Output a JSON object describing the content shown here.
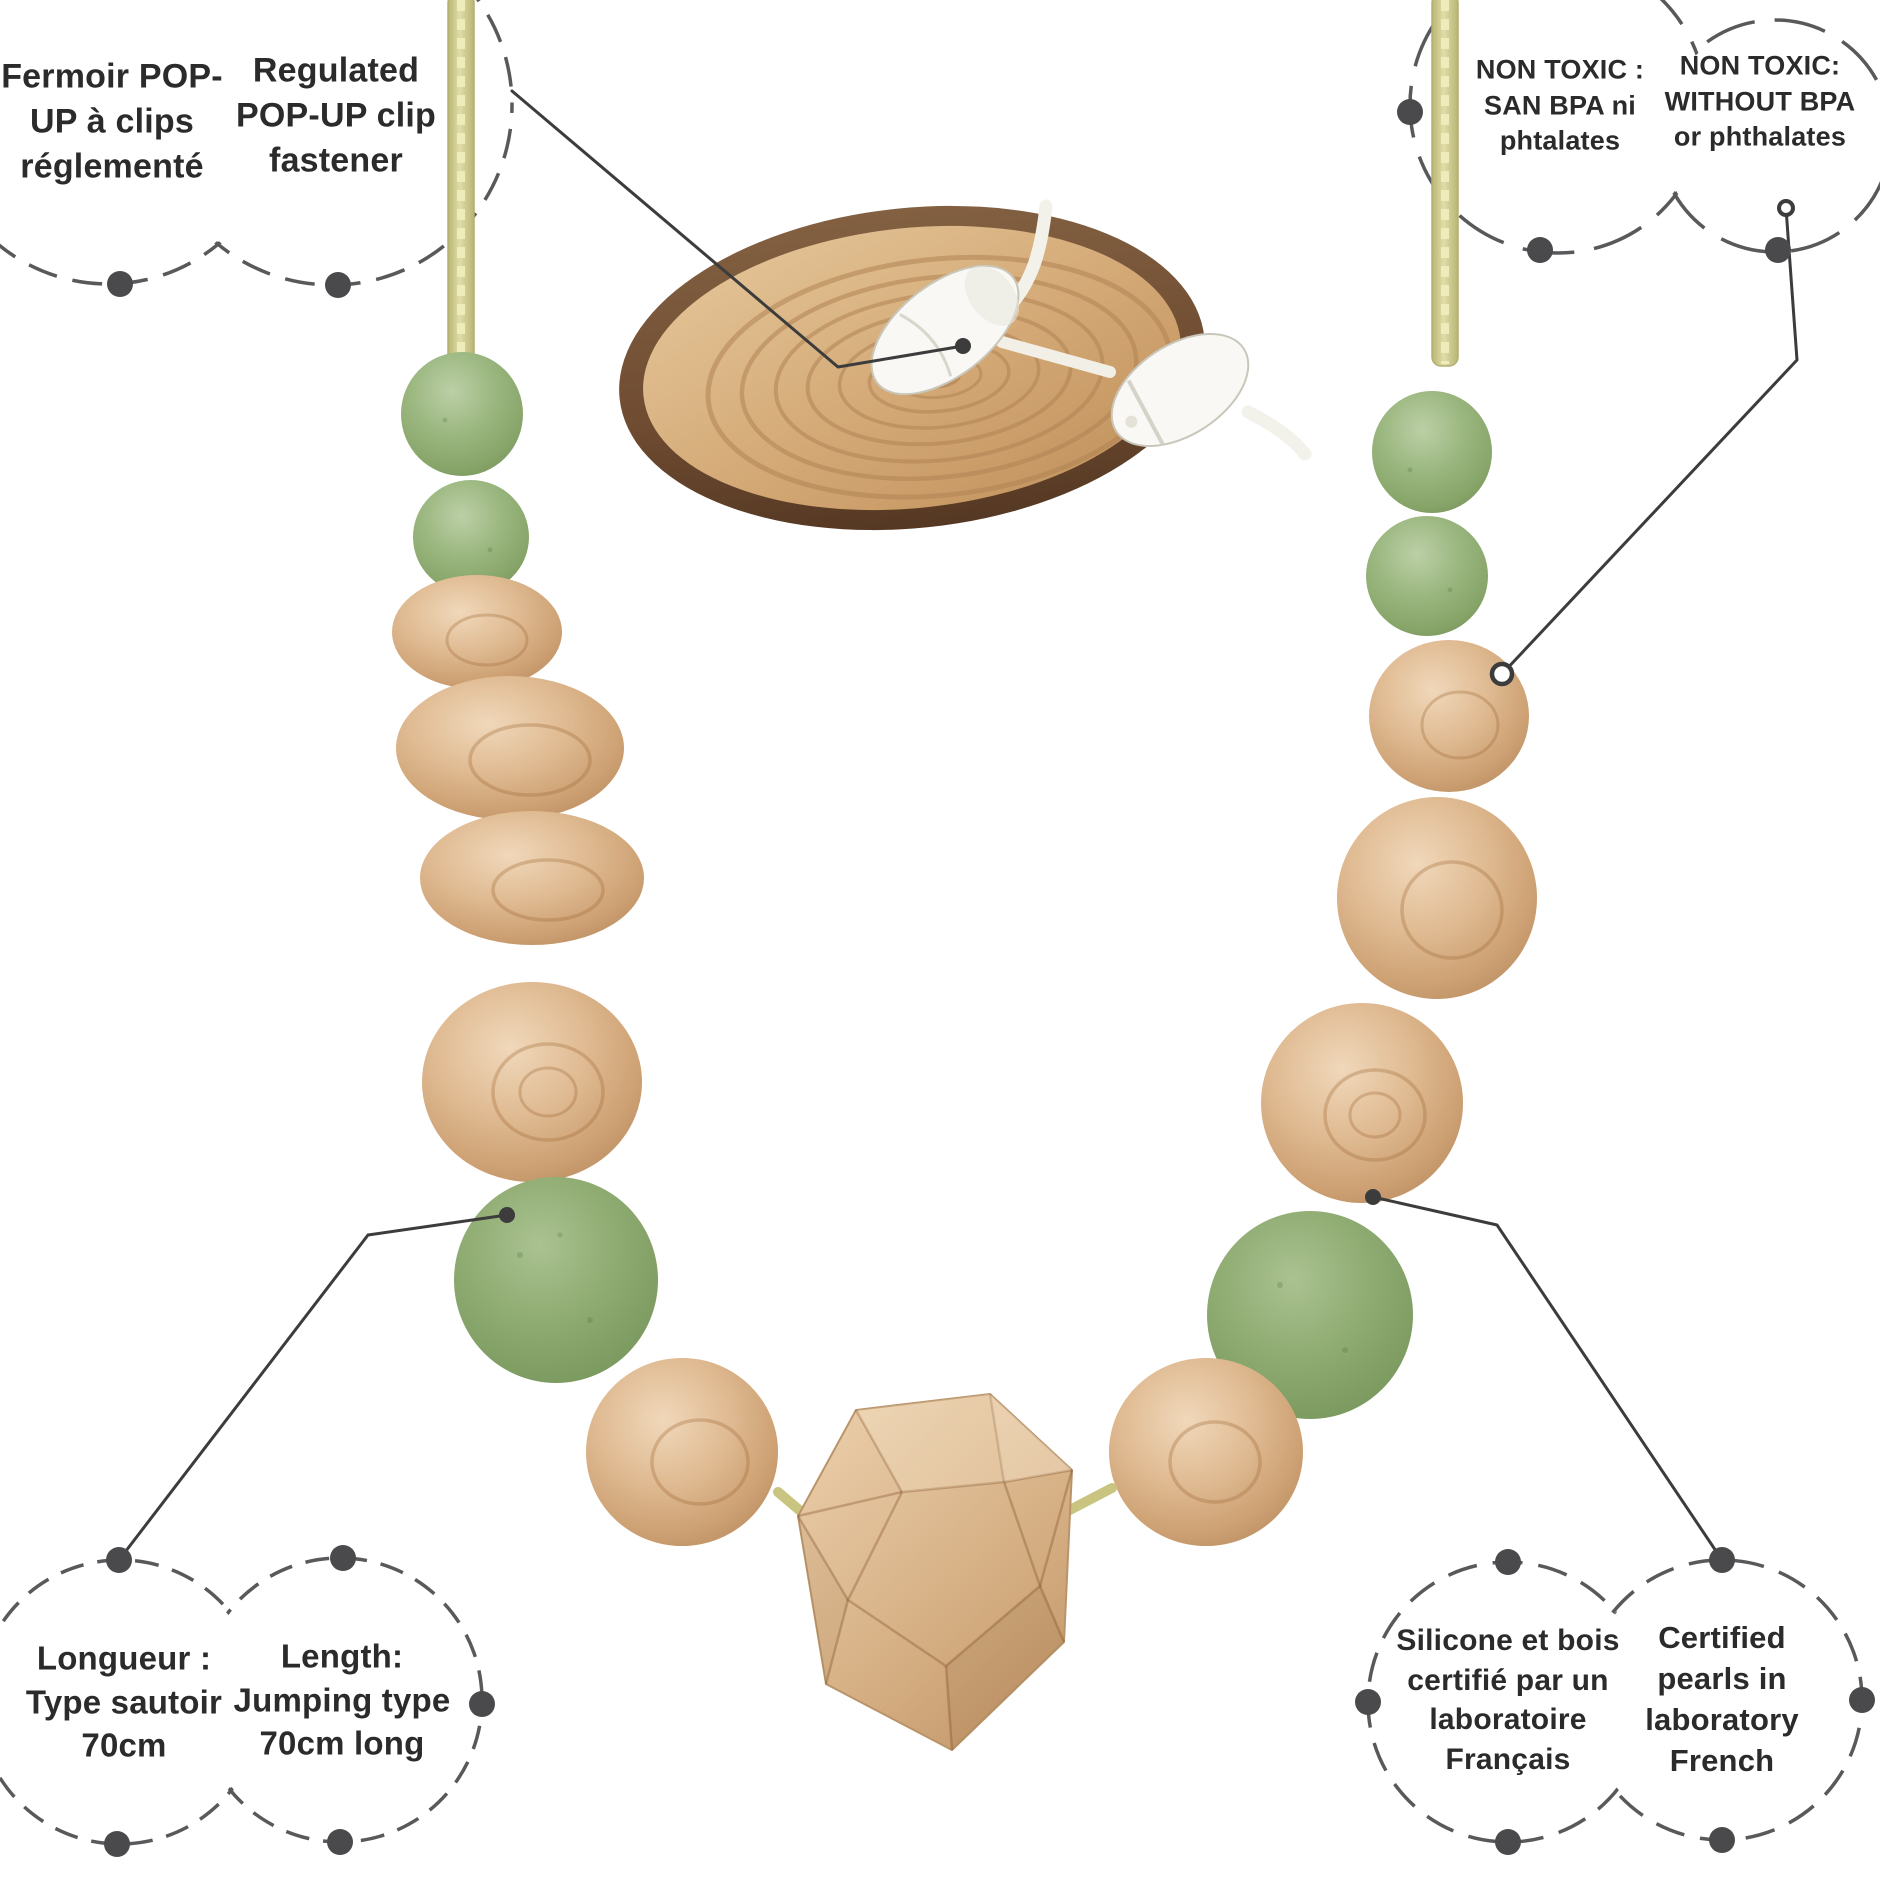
{
  "callouts": {
    "fermoir": {
      "label": "Fermoir POP-\nUP à clips\nréglementé"
    },
    "regulated": {
      "label": "Regulated\nPOP-UP clip\nfastener"
    },
    "nontoxic_fr": {
      "label": "NON TOXIC :\nSAN BPA ni\nphtalates"
    },
    "nontoxic_en": {
      "label": "NON TOXIC:\nWITHOUT BPA\nor phthalates"
    },
    "longueur": {
      "label": "Longueur :\nType sautoir\n70cm"
    },
    "length_en": {
      "label": "Length:\nJumping type\n70cm long"
    },
    "silicone_fr": {
      "label": "Silicone et bois\ncertifié par un\nlaboratoire\nFrançais"
    },
    "certified_en": {
      "label": "Certified\npearls in\nlaboratory\nFrench"
    }
  },
  "colors": {
    "background": "#ffffff",
    "text": "#2b2b2b",
    "bubble_border": "#58595b",
    "node_dot": "#4a4a4d",
    "leader_line": "#3c3c3c",
    "silicone_bead_green": "#94b37c",
    "big_silicone_bead_green": "#8aa96e",
    "wood_bead": "#dcb78e",
    "cord_yellow": "#d6d293",
    "wood_slice_bark": "#6e4b31",
    "wood_slice_face": "#d3a875",
    "clasp_white": "#f8f7f3"
  }
}
